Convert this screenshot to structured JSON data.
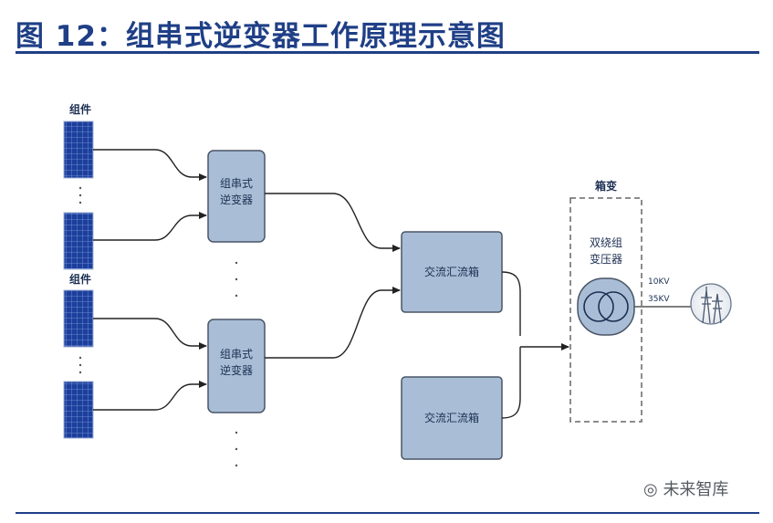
{
  "title": "图 12：组串式逆变器工作原理示意图",
  "diagram": {
    "module_label": "组件",
    "string_inverter_label": [
      "组串式",
      "逆变器"
    ],
    "combiner_box_label": "交流汇流箱",
    "box_transformer_label": "箱变",
    "transformer_label": [
      "双绕组",
      "变压器"
    ],
    "voltage_labels": [
      "10KV",
      "35KV"
    ]
  },
  "watermark": "未来智库",
  "colors": {
    "title": "#1f3f86",
    "box_fill": "#a9bed6",
    "box_stroke": "#4a5566",
    "panel": "#1d3f9c",
    "arrow": "#222222"
  }
}
